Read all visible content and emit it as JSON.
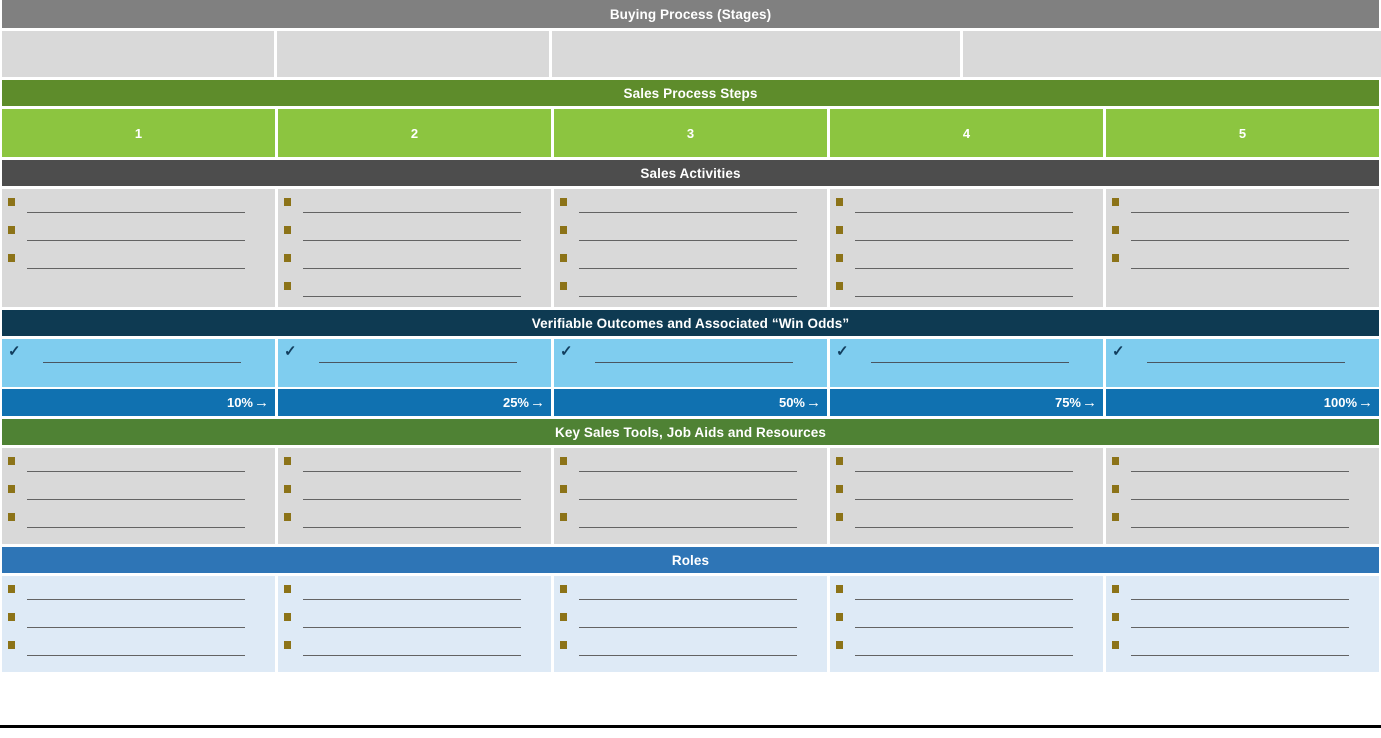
{
  "sections": {
    "buying_process": {
      "title": "Buying Process (Stages)",
      "color": "#808080",
      "cells": [
        "",
        "",
        "",
        ""
      ]
    },
    "sales_process_steps": {
      "title": "Sales Process Steps",
      "color": "#5E8C2B",
      "step_color": "#8CC540",
      "steps": [
        "1",
        "2",
        "3",
        "4",
        "5"
      ]
    },
    "sales_activities": {
      "title": "Sales Activities",
      "color": "#4D4D4D",
      "cell_color": "#D9D9D9",
      "bullet_color": "#8C7318",
      "columns": [
        {
          "bullets": [
            "",
            "",
            ""
          ]
        },
        {
          "bullets": [
            "",
            "",
            "",
            ""
          ]
        },
        {
          "bullets": [
            "",
            "",
            "",
            ""
          ]
        },
        {
          "bullets": [
            "",
            "",
            "",
            ""
          ]
        },
        {
          "bullets": [
            "",
            "",
            ""
          ]
        }
      ]
    },
    "verifiable_outcomes": {
      "title": "Verifiable Outcomes and Associated “Win Odds”",
      "color": "#0E3A52",
      "cell_color": "#7FCDEF",
      "check_glyph": "✓",
      "columns": [
        {
          "outcome": ""
        },
        {
          "outcome": ""
        },
        {
          "outcome": ""
        },
        {
          "outcome": ""
        },
        {
          "outcome": ""
        }
      ],
      "win_odds_color": "#1071B0",
      "win_odds": [
        "10%",
        "25%",
        "50%",
        "75%",
        "100%"
      ],
      "arrow_glyph": "→"
    },
    "key_sales_tools": {
      "title": "Key Sales Tools, Job Aids and Resources",
      "color": "#4F8234",
      "cell_color": "#D9D9D9",
      "columns": [
        {
          "bullets": [
            "",
            "",
            ""
          ]
        },
        {
          "bullets": [
            "",
            "",
            ""
          ]
        },
        {
          "bullets": [
            "",
            "",
            ""
          ]
        },
        {
          "bullets": [
            "",
            "",
            ""
          ]
        },
        {
          "bullets": [
            "",
            "",
            ""
          ]
        }
      ]
    },
    "roles": {
      "title": "Roles",
      "color": "#2E75B6",
      "cell_color": "#DEEAF6",
      "columns": [
        {
          "bullets": [
            "",
            "",
            ""
          ]
        },
        {
          "bullets": [
            "",
            "",
            ""
          ]
        },
        {
          "bullets": [
            "",
            "",
            ""
          ]
        },
        {
          "bullets": [
            "",
            "",
            ""
          ]
        },
        {
          "bullets": [
            "",
            "",
            ""
          ]
        }
      ]
    }
  }
}
